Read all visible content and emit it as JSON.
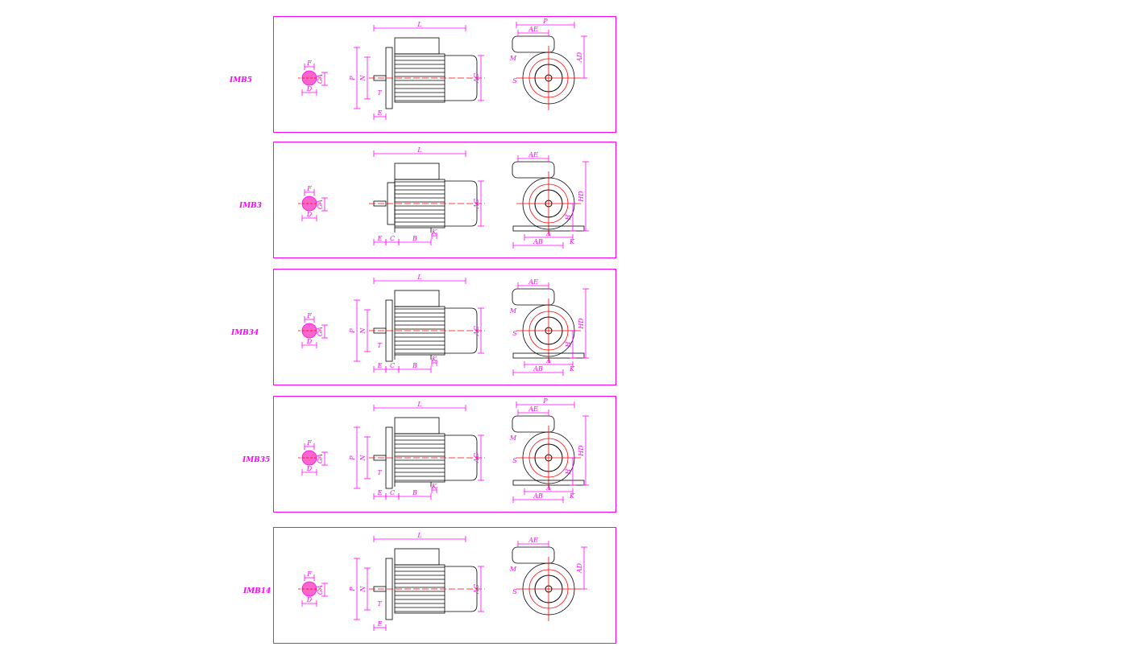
{
  "colors": {
    "dimension": "#ff00ff",
    "outline": "#000000",
    "centerline": "#ff0000"
  },
  "panels": [
    {
      "type": "IMB5",
      "flange": true,
      "feet": false,
      "terminal_on_top_front": false,
      "shaft_labels": {
        "F": "F",
        "GA": "GA",
        "D": "D"
      },
      "side_labels": {
        "L": "L",
        "E": "E",
        "P": "P",
        "N": "N",
        "T": "T",
        "AC": "AC"
      },
      "front_labels": {
        "P": "P",
        "AE": "AE",
        "AD": "AD",
        "M": "M",
        "S": "S"
      }
    },
    {
      "type": "IMB3",
      "flange": false,
      "feet": true,
      "shaft_labels": {
        "F": "F",
        "GA": "GA",
        "D": "D"
      },
      "side_labels": {
        "L": "L",
        "AC": "AC",
        "E": "E",
        "C": "C",
        "B": "B",
        "K": "K"
      },
      "front_labels": {
        "AE": "AE",
        "HD": "HD",
        "H": "H",
        "A": "A",
        "AB": "AB",
        "K": "K"
      }
    },
    {
      "type": "IMB34",
      "flange": true,
      "feet": true,
      "shaft_labels": {
        "F": "F",
        "GA": "GA",
        "D": "D"
      },
      "side_labels": {
        "L": "L",
        "P": "P",
        "N": "N",
        "T": "T",
        "AC": "AC",
        "E": "E",
        "C": "C",
        "B": "B",
        "K": "K"
      },
      "front_labels": {
        "AE": "AE",
        "M": "M",
        "S": "S",
        "HD": "HD",
        "H": "H",
        "A": "A",
        "AB": "AB",
        "K": "K"
      }
    },
    {
      "type": "IMB35",
      "flange": true,
      "feet": true,
      "shaft_labels": {
        "F": "F",
        "GA": "GA",
        "D": "D"
      },
      "side_labels": {
        "L": "L",
        "P": "P",
        "N": "N",
        "T": "T",
        "AC": "AC",
        "E": "E",
        "C": "C",
        "B": "B",
        "K": "K"
      },
      "front_labels": {
        "P": "P",
        "AE": "AE",
        "M": "M",
        "S": "S",
        "HD": "HD",
        "H": "H",
        "A": "A",
        "AB": "AB",
        "K": "K"
      }
    },
    {
      "type": "IMB14",
      "flange": true,
      "feet": false,
      "shaft_labels": {
        "F": "F",
        "GA": "GA",
        "D": "D"
      },
      "side_labels": {
        "L": "L",
        "P": "P",
        "N": "N",
        "T": "T",
        "AC": "AC",
        "E": "E"
      },
      "front_labels": {
        "AE": "AE",
        "M": "M",
        "S": "S",
        "AD": "AD"
      }
    }
  ]
}
